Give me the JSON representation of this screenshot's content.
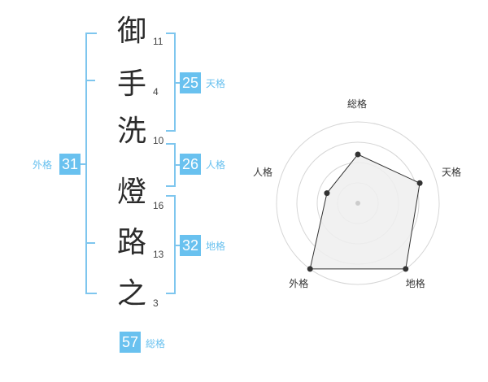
{
  "name_chars": [
    {
      "char": "御",
      "strokes": "11"
    },
    {
      "char": "手",
      "strokes": "4"
    },
    {
      "char": "洗",
      "strokes": "10"
    },
    {
      "char": "燈",
      "strokes": "16"
    },
    {
      "char": "路",
      "strokes": "13"
    },
    {
      "char": "之",
      "strokes": "3"
    }
  ],
  "kakusu": {
    "tenkaku": {
      "value": "25",
      "label": "天格"
    },
    "jinkaku": {
      "value": "26",
      "label": "人格"
    },
    "chikaku": {
      "value": "32",
      "label": "地格"
    },
    "gaikaku": {
      "value": "31",
      "label": "外格"
    },
    "soukaku": {
      "value": "57",
      "label": "総格"
    }
  },
  "colors": {
    "accent": "#69c1ef",
    "bracket": "#7ec6ee",
    "radar_fill": "#eeeeee",
    "radar_line": "#333333"
  },
  "chart_data": {
    "type": "radar",
    "axes": [
      "総格",
      "天格",
      "地格",
      "外格",
      "人格"
    ],
    "values": [
      3,
      4,
      5,
      5,
      2
    ],
    "max": 5,
    "rings": 4
  }
}
